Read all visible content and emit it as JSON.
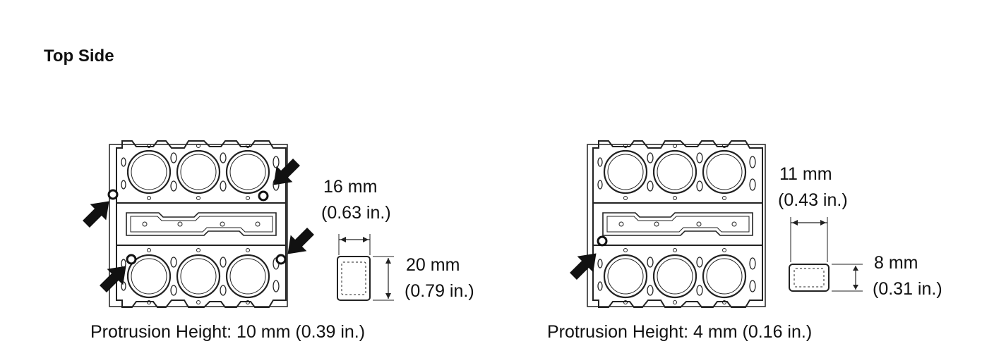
{
  "heading": "Top Side",
  "left": {
    "dim_top_mm": "16 mm",
    "dim_top_in": "(0.63 in.)",
    "dim_side_mm": "20 mm",
    "dim_side_in": "(0.79 in.)",
    "caption": "Protrusion Height: 10 mm (0.39 in.)"
  },
  "right": {
    "dim_top_mm": "11 mm",
    "dim_top_in": "(0.43 in.)",
    "dim_side_mm": "8 mm",
    "dim_side_in": "(0.31 in.)",
    "caption": "Protrusion Height: 4 mm (0.16 in.)"
  },
  "icons": [
    "arrow-icon",
    "ring-dowel-pin-icon",
    "gasket-icon"
  ]
}
